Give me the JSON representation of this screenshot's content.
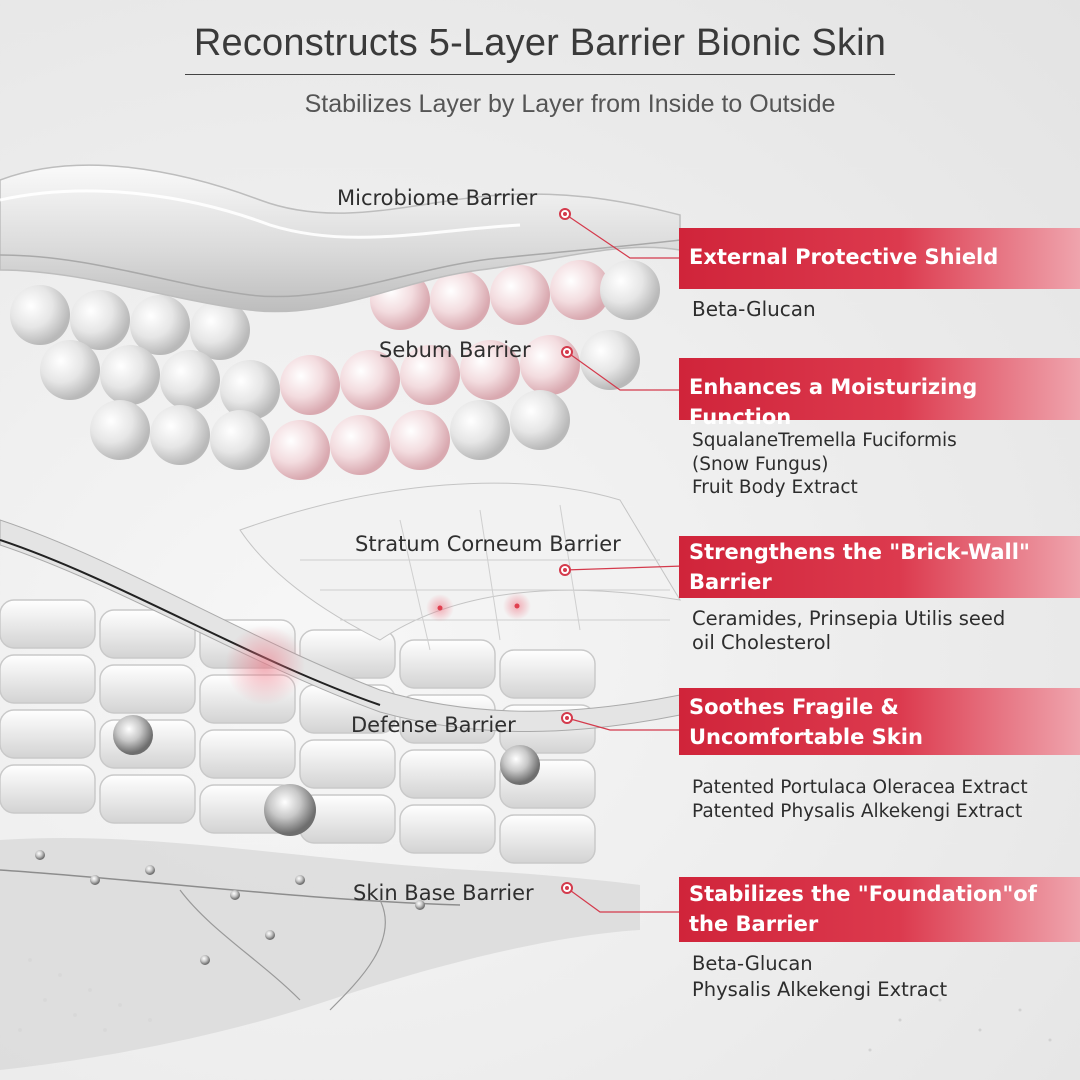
{
  "title": "Reconstructs 5-Layer Barrier Bionic Skin",
  "subtitle": "Stabilizes Layer by Layer from Inside to Outside",
  "colors": {
    "accent": "#d0243a",
    "accent_light": "#efa4ad"
  },
  "layers": [
    {
      "label": "Microbiome Barrier",
      "banner": "External Protective Shield",
      "ingredients": "Beta-Glucan"
    },
    {
      "label": "Sebum Barrier",
      "banner": "Enhances a Moisturizing Function",
      "ingredients": "SqualaneTremella Fuciformis\n(Snow Fungus)\nFruit Body Extract"
    },
    {
      "label": "Stratum Corneum Barrier",
      "banner": "Strengthens the \"Brick-Wall\" Barrier",
      "ingredients": "Ceramides, Prinsepia Utilis seed\noil Cholesterol"
    },
    {
      "label": "Defense Barrier",
      "banner": "Soothes Fragile & Uncomfortable Skin",
      "ingredients": "Patented Portulaca Oleracea Extract\nPatented Physalis Alkekengi Extract"
    },
    {
      "label": "Skin Base Barrier",
      "banner": "Stabilizes the \"Foundation\"of the Barrier",
      "ingredients": "Beta-Glucan\nPhysalis Alkekengi Extract"
    }
  ]
}
